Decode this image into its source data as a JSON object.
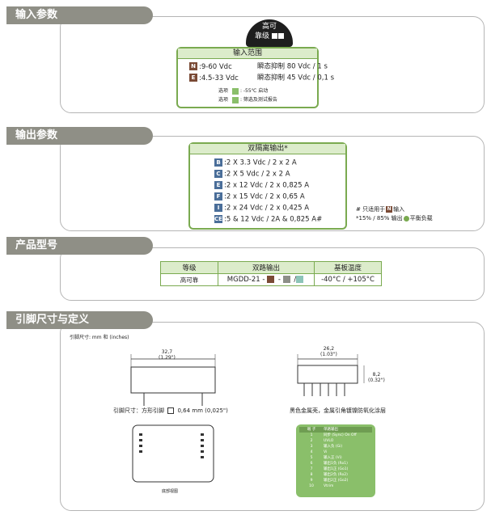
{
  "sections": {
    "input": "输入参数",
    "output": "输出参数",
    "model": "产品型号",
    "pins": "引脚尺寸与定义"
  },
  "reliability_badge": {
    "line1": "高可",
    "line2": "靠级"
  },
  "input_box": {
    "title": "输入范围",
    "rows": [
      {
        "code": "N",
        "range": ":9-60 Vdc",
        "surge": "瞬态抑制 80 Vdc / 1 s"
      },
      {
        "code": "E",
        "range": ":4.5-33 Vdc",
        "surge": "瞬态抑制 45 Vdc / 0,1 s"
      }
    ],
    "options": [
      {
        "label": "选项",
        "text": ": -55℃ 启动"
      },
      {
        "label": "选项",
        "text": ": 筛选及测试报告"
      }
    ]
  },
  "output_box": {
    "title": "双隔离输出*",
    "rows": [
      {
        "code": "B",
        "text": ":2 X 3.3 Vdc / 2 x 2 A"
      },
      {
        "code": "C",
        "text": ":2 X 5 Vdc / 2 x 2 A"
      },
      {
        "code": "E",
        "text": ":2 x 12 Vdc / 2 x 0,825 A"
      },
      {
        "code": "F",
        "text": ":2 x 15 Vdc / 2 x 0,65 A"
      },
      {
        "code": "I",
        "text": ":2 x 24 Vdc / 2 x 0,425 A"
      },
      {
        "code": "CE",
        "text": ":5 & 12 Vdc / 2A & 0,825 A#"
      }
    ],
    "note1_pre": "# 只适用于",
    "note1_code": "N",
    "note1_post": "输入",
    "note2": "*15% / 85% 输出",
    "note2_post": "平衡负载"
  },
  "order_table": {
    "headers": [
      "等级",
      "双路输出",
      "基板温度"
    ],
    "grade": "高可靠",
    "model": "MGDD-21 -",
    "sep1": "-",
    "sep2": "/",
    "temp": "-40°C / +105°C"
  },
  "pins": {
    "unit": "引脚尺寸: mm 和 (inches)",
    "width_mm": "32,7",
    "width_in": "(1.29\")",
    "depth_mm": "26,2",
    "depth_in": "(1.03\")",
    "height_mm": "8,2",
    "height_in": "(0.32\")",
    "pin_note": "引脚尺寸：方形引脚",
    "pin_size": "0,64 mm (0,025\")",
    "case_note": "黑色金属壳，金属引角镀镍防氧化涂层",
    "bottom_view": "底部视图",
    "pin_table_headers": [
      "端 子",
      "单路输出"
    ],
    "pin_table_rows": [
      [
        "1",
        "同步 (Sync) On Off"
      ],
      [
        "2",
        "UVLO"
      ],
      [
        "3",
        "输入负 (Gi)"
      ],
      [
        "4",
        "Vi"
      ],
      [
        "5",
        "输入正 (Vi)"
      ],
      [
        "6",
        "输出1负 (Ro1)"
      ],
      [
        "7",
        "输出1正 (Go1)"
      ],
      [
        "8",
        "输出2负 (Ro2)"
      ],
      [
        "9",
        "输出2正 (Go2)"
      ],
      [
        "10",
        "Vtrim"
      ]
    ]
  }
}
